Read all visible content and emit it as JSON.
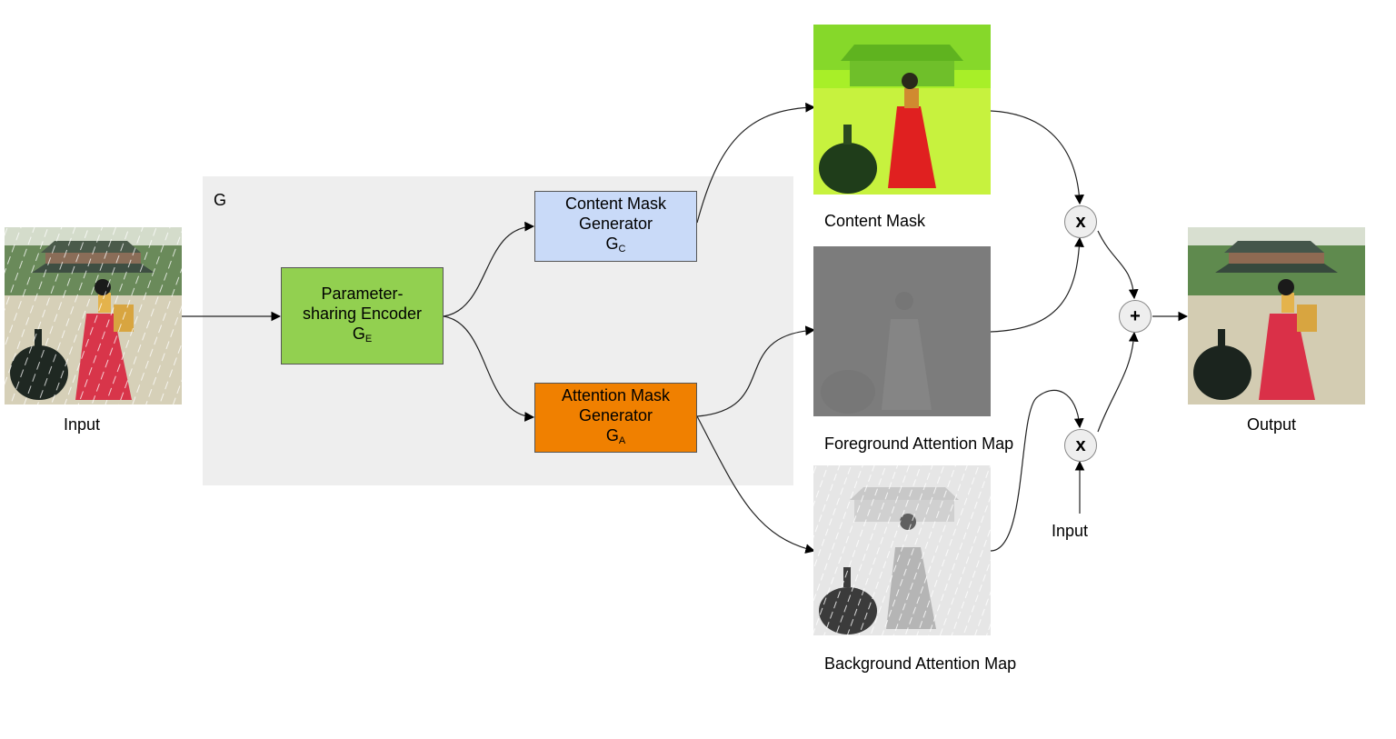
{
  "group": {
    "label": "G"
  },
  "encoder": {
    "line1": "Parameter-",
    "line2": "sharing Encoder",
    "symbol": "G",
    "subscript": "E",
    "color": "#92d050"
  },
  "content_generator": {
    "line1": "Content Mask",
    "line2": "Generator",
    "symbol": "G",
    "subscript": "C",
    "color": "#c9daf8"
  },
  "attention_generator": {
    "line1": "Attention Mask",
    "line2": "Generator",
    "symbol": "G",
    "subscript": "A",
    "color": "#f08000"
  },
  "labels": {
    "input": "Input",
    "output": "Output",
    "content_mask": "Content Mask",
    "foreground_map": "Foreground Attention Map",
    "background_map": "Background Attention Map",
    "input_small": "Input"
  },
  "operators": {
    "multiply": "x",
    "add": "+"
  }
}
